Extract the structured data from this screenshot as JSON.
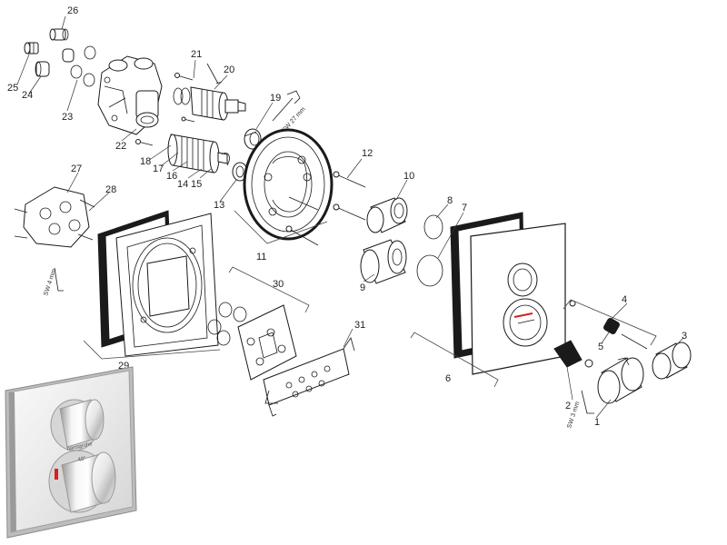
{
  "callouts": {
    "c1": "1",
    "c2": "2",
    "c3": "3",
    "c4": "4",
    "c5": "5",
    "c6": "6",
    "c7": "7",
    "c8": "8",
    "c9": "9",
    "c10": "10",
    "c11": "11",
    "c12": "12",
    "c13": "13",
    "c14": "14",
    "c15": "15",
    "c16": "16",
    "c17": "17",
    "c18": "18",
    "c19": "19",
    "c20": "20",
    "c21": "21",
    "c22": "22",
    "c23": "23",
    "c24": "24",
    "c25": "25",
    "c26": "26",
    "c27": "27",
    "c28": "28",
    "c29": "29",
    "c30": "30",
    "c31": "31"
  },
  "tool_labels": {
    "sw27": "SW 27 mm",
    "sw4": "SW 4 mm",
    "sw3": "SW 3 mm"
  },
  "product_photo": {
    "brand": "hansgrohe",
    "temp_mark": "40°"
  },
  "colors": {
    "line": "#1a1a1a",
    "hot_indicator": "#d62020",
    "chrome_light": "#f2f2f2",
    "chrome_dark": "#8a8a8a"
  }
}
